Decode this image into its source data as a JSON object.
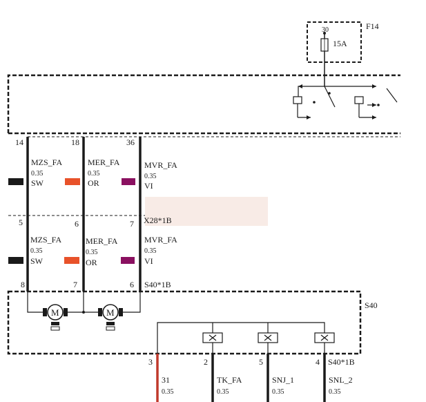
{
  "fuse": {
    "id": "F14",
    "rating": "15A",
    "terminal": "30"
  },
  "colors": {
    "SW": "#1a1a1a",
    "OR": "#e8522a",
    "VI": "#8a1060",
    "RD": "#c0392b",
    "line": "#1a1a1a"
  },
  "upper_section": {
    "wires": [
      {
        "pin_top": "14",
        "name": "MZS_FA",
        "gauge": "0.35",
        "color_code": "SW"
      },
      {
        "pin_top": "18",
        "name": "MER_FA",
        "gauge": "0.35",
        "color_code": "OR"
      },
      {
        "pin_top": "36",
        "name": "MVR_FA",
        "gauge": "0.35",
        "color_code": "VI"
      }
    ],
    "connector": "X28*1B"
  },
  "middle_section": {
    "wires": [
      {
        "pin_top": "5",
        "pin_bottom": "8",
        "name": "MZS_FA",
        "gauge": "0.35",
        "color_code": "SW"
      },
      {
        "pin_top": "6",
        "pin_bottom": "7",
        "name": "MER_FA",
        "gauge": "0.35",
        "color_code": "OR"
      },
      {
        "pin_top": "7",
        "pin_bottom": "6",
        "name": "MVR_FA",
        "gauge": "0.35",
        "color_code": "VI"
      }
    ],
    "connector": "S40*1B"
  },
  "module": {
    "id": "S40"
  },
  "bottom_section": {
    "connector": "S40*1B",
    "wires": [
      {
        "pin": "3",
        "name": "31",
        "gauge": "0.35"
      },
      {
        "pin": "2",
        "name": "TK_FA",
        "gauge": "0.35"
      },
      {
        "pin": "5",
        "name": "SNJ_1",
        "gauge": "0.35"
      },
      {
        "pin": "4",
        "name": "SNL_2",
        "gauge": "0.35"
      }
    ]
  }
}
